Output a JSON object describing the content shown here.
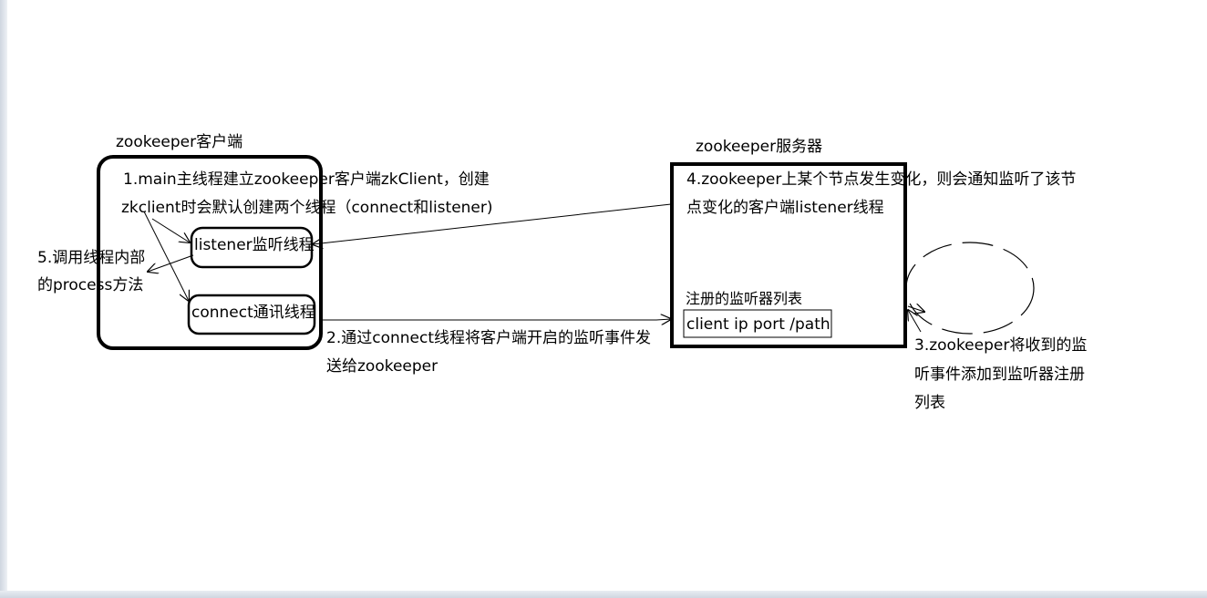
{
  "client": {
    "title": "zookeeper客户端",
    "step1_line1": "1.main主线程建立zookeeper客户端zkClient，创建",
    "step1_line2": "zkclient时会默认创建两个线程（connect和listener)",
    "listener_label": "listener监听线程",
    "connect_label": "connect通讯线程",
    "step5_line1": "5.调用线程内部",
    "step5_line2": "的process方法"
  },
  "server": {
    "title": "zookeeper服务器",
    "step4_line1": "4.zookeeper上某个节点发生变化，则会通知监听了该节",
    "step4_line2": "点变化的客户端listener线程",
    "registry_title": "注册的监听器列表",
    "registry_entry": "client ip port /path"
  },
  "step2_line1": "2.通过connect线程将客户端开启的监听事件发",
  "step2_line2": "送给zookeeper",
  "step3_line1": "3.zookeeper将收到的监",
  "step3_line2": "听事件添加到监听器注册",
  "step3_line3": "列表",
  "colors": {
    "stroke": "#000000",
    "background": "#ffffff"
  }
}
